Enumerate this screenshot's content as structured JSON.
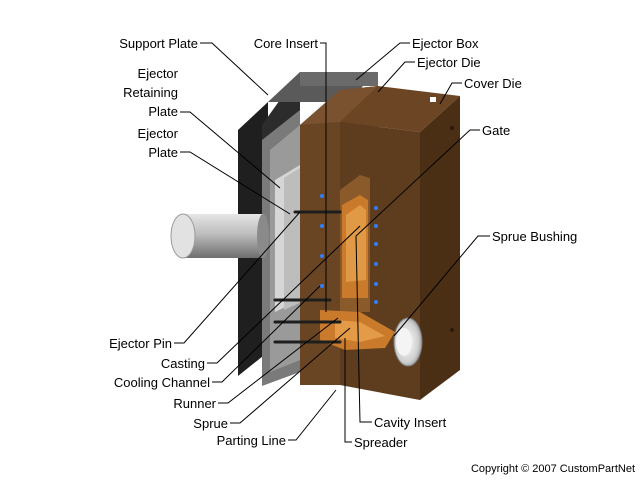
{
  "labels": {
    "support_plate": "Support Plate",
    "core_insert": "Core Insert",
    "ejector_box": "Ejector Box",
    "ejector_die": "Ejector Die",
    "cover_die": "Cover Die",
    "gate": "Gate",
    "sprue_bushing": "Sprue Bushing",
    "ejector_retaining_plate": [
      "Ejector",
      "Retaining",
      "Plate"
    ],
    "ejector_plate": [
      "Ejector",
      "Plate"
    ],
    "ejector_pin": "Ejector Pin",
    "casting": "Casting",
    "cooling_channel": "Cooling Channel",
    "runner": "Runner",
    "sprue": "Sprue",
    "parting_line": "Parting Line",
    "cavity_insert": "Cavity Insert",
    "spreader": "Spreader"
  },
  "copyright": "Copyright © 2007 CustomPartNet",
  "colors": {
    "dark_plate": "#2c2c2c",
    "gray_plate": "#7a7a7a",
    "light_gray": "#c8c8c8",
    "die_brown": "#5e3d1e",
    "die_dark": "#3d2612",
    "cavity_orange": "#c97a2a",
    "cooling_blue": "#2f7fff"
  }
}
